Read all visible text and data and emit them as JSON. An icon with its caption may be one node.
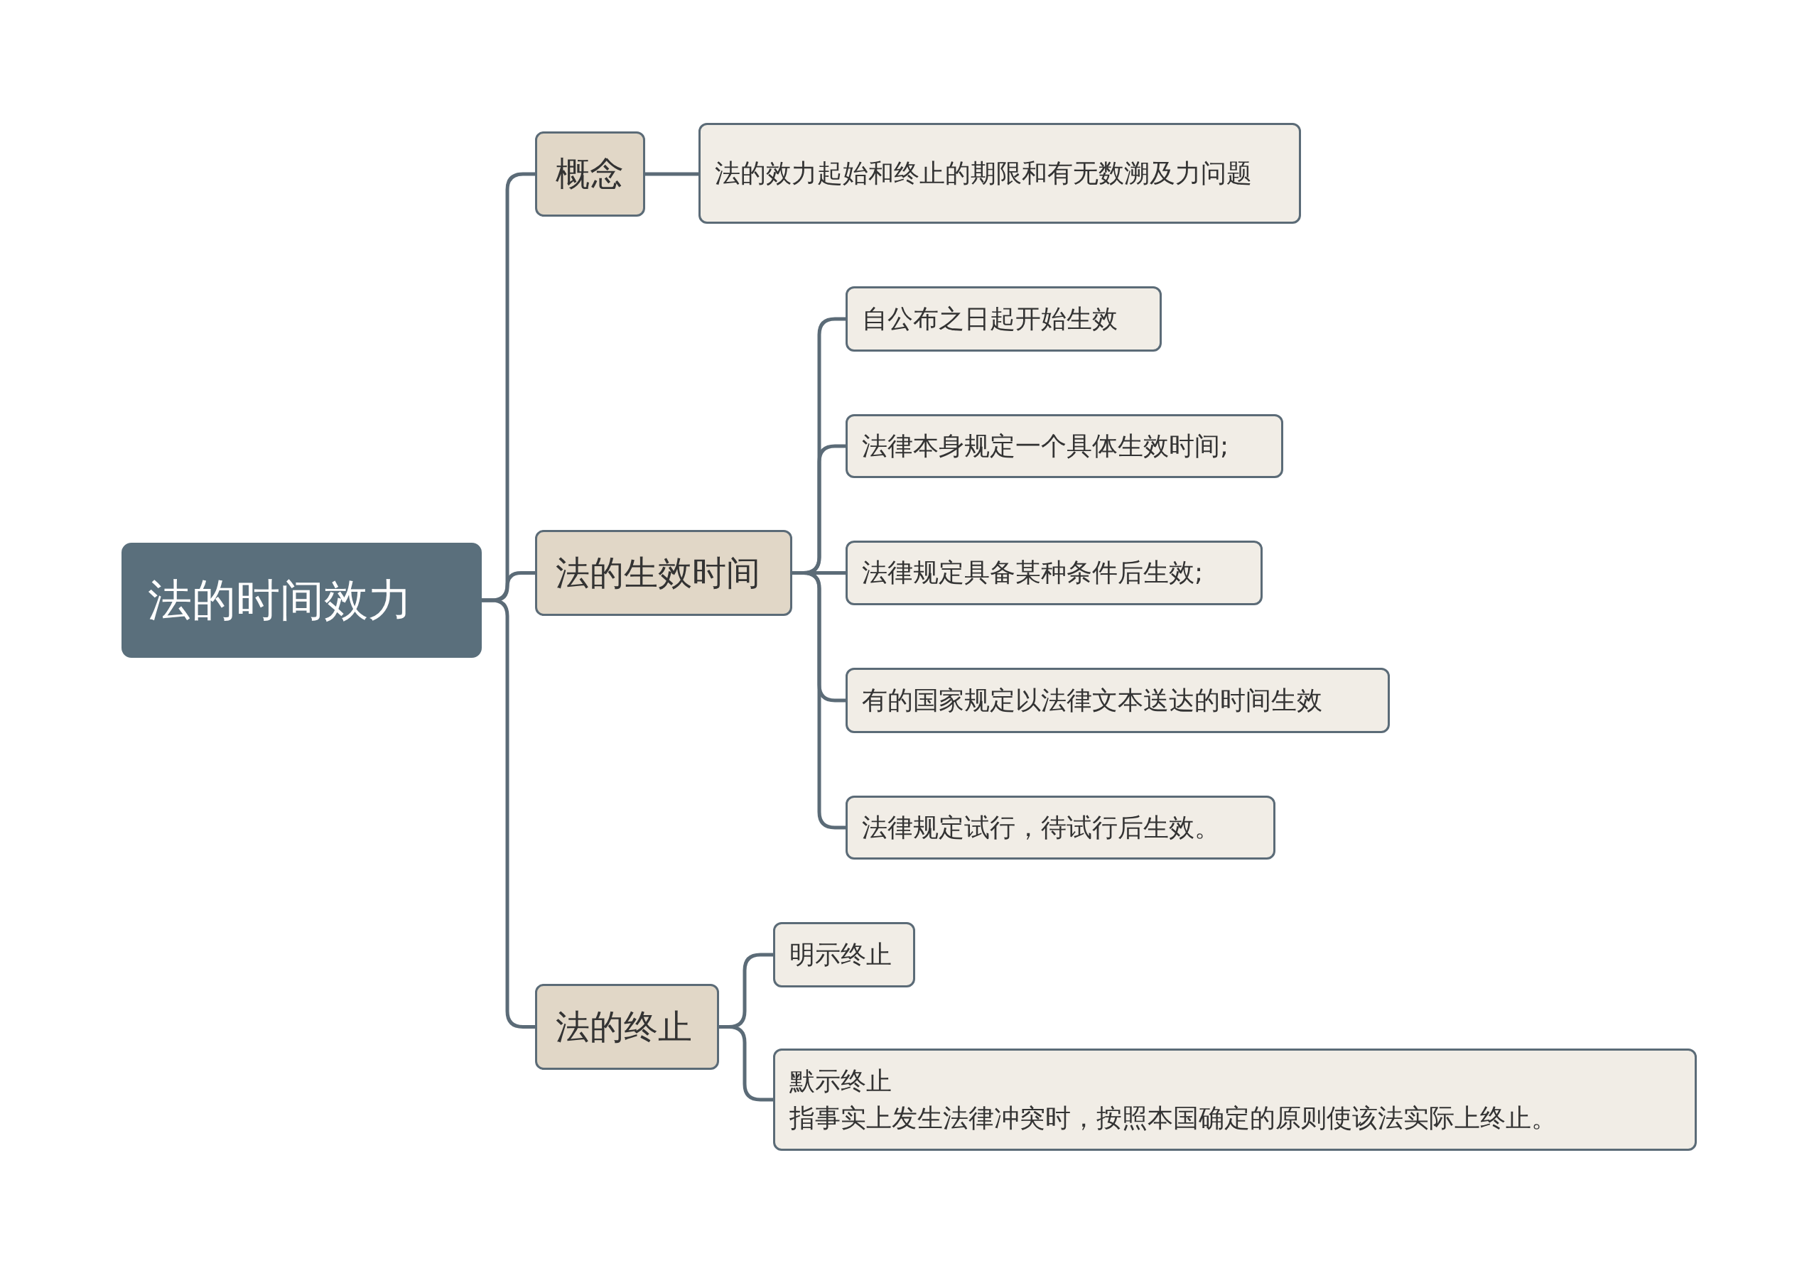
{
  "diagram": {
    "nodes": [
      {
        "text": [
          "法的时间效力"
        ]
      },
      {
        "text": [
          "概念"
        ]
      },
      {
        "text": [
          "法的效力起始和终止的期限和有无数溯及力问题"
        ]
      },
      {
        "text": [
          "法的生效时间"
        ]
      },
      {
        "text": [
          "自公布之日起开始生效"
        ]
      },
      {
        "text": [
          "法律本身规定一个具体生效时间;"
        ]
      },
      {
        "text": [
          "法律规定具备某种条件后生效;"
        ]
      },
      {
        "text": [
          "有的国家规定以法律文本送达的时间生效"
        ]
      },
      {
        "text": [
          "法律规定试行，待试行后生效。"
        ]
      },
      {
        "text": [
          "法的终止"
        ]
      },
      {
        "text": [
          "明示终止"
        ]
      },
      {
        "text": [
          "默示终止",
          "指事实上发生法律冲突时，按照本国确定的原则使该法实际上终止。"
        ]
      }
    ],
    "edges": [
      {
        "from": 0,
        "to": 1,
        "arrow": "none"
      },
      {
        "from": 0,
        "to": 3,
        "arrow": "none"
      },
      {
        "from": 0,
        "to": 9,
        "arrow": "none"
      },
      {
        "from": 1,
        "to": 2,
        "arrow": "none"
      },
      {
        "from": 3,
        "to": 4,
        "arrow": "none"
      },
      {
        "from": 3,
        "to": 5,
        "arrow": "none"
      },
      {
        "from": 3,
        "to": 6,
        "arrow": "none"
      },
      {
        "from": 3,
        "to": 7,
        "arrow": "none"
      },
      {
        "from": 3,
        "to": 8,
        "arrow": "none"
      },
      {
        "from": 9,
        "to": 10,
        "arrow": "none"
      },
      {
        "from": 9,
        "to": 11,
        "arrow": "none"
      }
    ]
  }
}
